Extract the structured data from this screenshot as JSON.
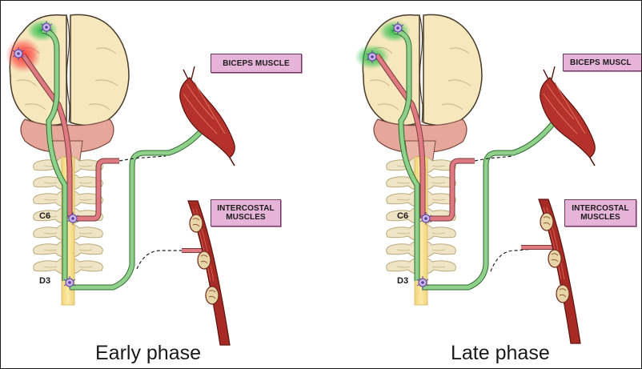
{
  "panels": [
    {
      "caption": "Early phase",
      "labels": {
        "biceps": "BICEPS MUSCLE",
        "intercostal_line1": "INTERCOSTAL",
        "intercostal_line2": "MUSCLES"
      },
      "levels": {
        "upper": "C6",
        "lower": "D3"
      }
    },
    {
      "caption": "Late phase",
      "labels": {
        "biceps": "BICEPS MUSCL",
        "intercostal_line1": "INTERCOSTAL",
        "intercostal_line2": "MUSCLES"
      },
      "levels": {
        "upper": "C6",
        "lower": "D3"
      }
    }
  ],
  "colors": {
    "red_pathway": "#e07a82",
    "green_pathway": "#8fd08a",
    "brain": "#f6e7bd",
    "brainstem": "#e6a79a",
    "vertebrae": "#efe5c6",
    "cord": "#f6dd8a",
    "muscle": "#b5312b",
    "label_fill": "#e6b4d8",
    "active_red": "#e8383a",
    "active_green": "#33b84a"
  }
}
